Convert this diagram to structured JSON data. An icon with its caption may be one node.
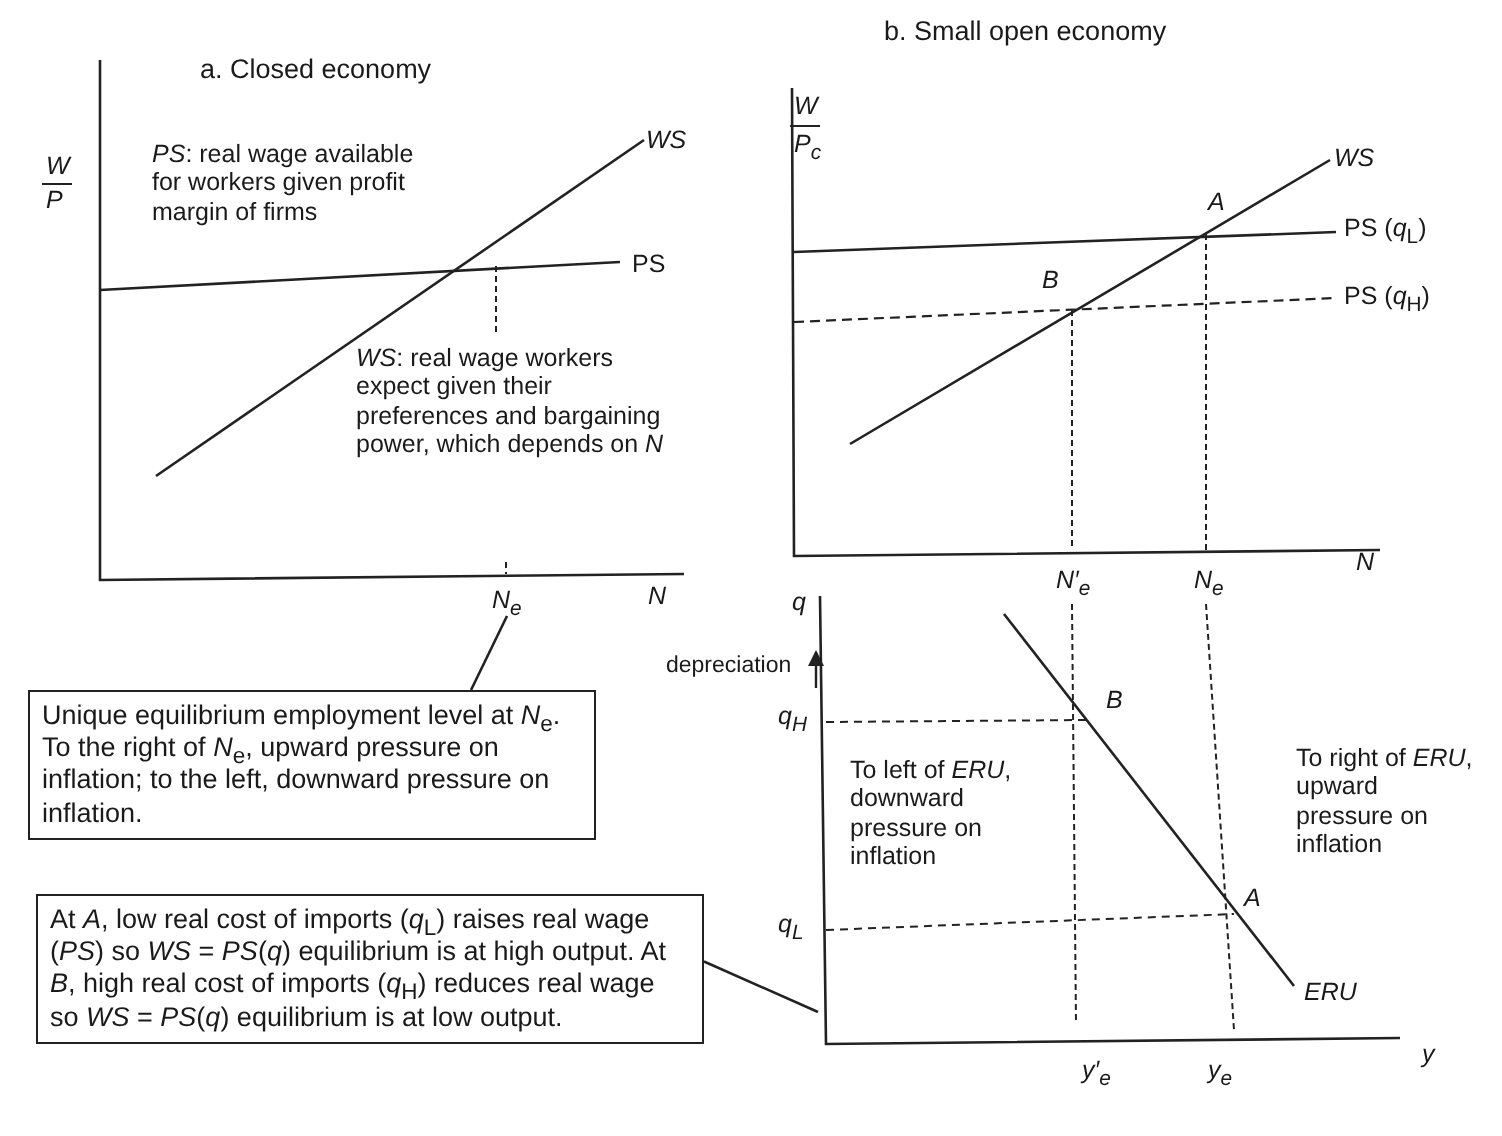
{
  "diagram": {
    "nodes": [
      {
        "text": [
          "Unique equilibrium employment level at *N*$_{e}$. To the right of *N*$_{e}$, upward pressure on inflation; to the left, downward pressure on inflation."
        ]
      },
      {
        "text": [
          "At *A*, low real cost of imports (*q*$_{L}$) raises real wage (*PS*) so *WS* = *PS*(*q*) equilibrium is at high output. At *B*, high real cost of imports (*q*$_{H}$) reduces real wage so *WS* = *PS*(*q*) equilibrium is at low output."
        ]
      },
      {
        "text": [
          "N$_{e}$"
        ]
      }
    ],
    "edges": [
      {
        "from": 0,
        "to": 2,
        "arrow": "none"
      },
      {
        "from": 1,
        "to": null,
        "arrow": "none"
      }
    ],
    "labels": [
      "a. Closed economy",
      "W",
      "P",
      "*PS*: real wage available for workers given profit margin of firms",
      "WS",
      "PS",
      "b. Small open economy",
      "W",
      "P$_{c}$",
      "WS",
      "A",
      "PS (*q*$_{L}$)",
      "B",
      "PS (*q*$_{H}$)",
      "*WS*: real wage workers expect given their preferences and bargaining power, which depends on *N*",
      "N",
      "N′$_{e}$",
      "N$_{e}$",
      "N",
      "q",
      "depreciation",
      "q$_{H}$",
      "B",
      "To left of *ERU*, downward pressure on inflation",
      "To right of *ERU*, upward pressure on inflation",
      "A",
      "q$_{L}$",
      "ERU",
      "y′$_{e}$",
      "y$_{e}$",
      "y"
    ]
  }
}
